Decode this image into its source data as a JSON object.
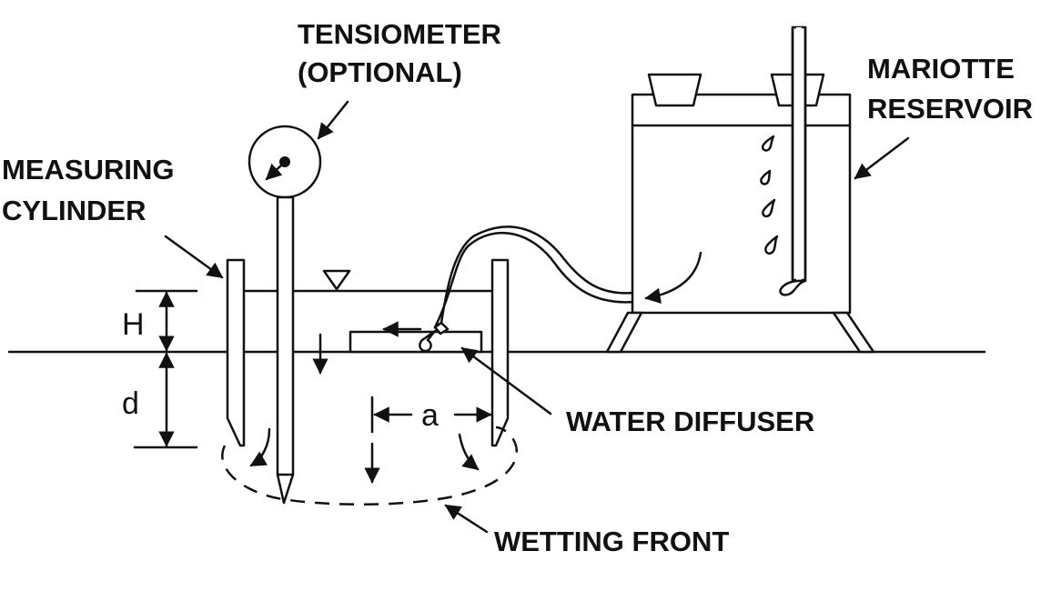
{
  "labels": {
    "tensiometer_line1": "TENSIOMETER",
    "tensiometer_line2": "(OPTIONAL)",
    "mariotte_line1": "MARIOTTE",
    "mariotte_line2": "RESERVOIR",
    "measuring_line1": "MEASURING",
    "measuring_line2": "CYLINDER",
    "water_diffuser": "WATER DIFFUSER",
    "wetting_front": "WETTING FRONT"
  },
  "symbols": {
    "head": "H",
    "depth": "d",
    "radius": "a"
  }
}
